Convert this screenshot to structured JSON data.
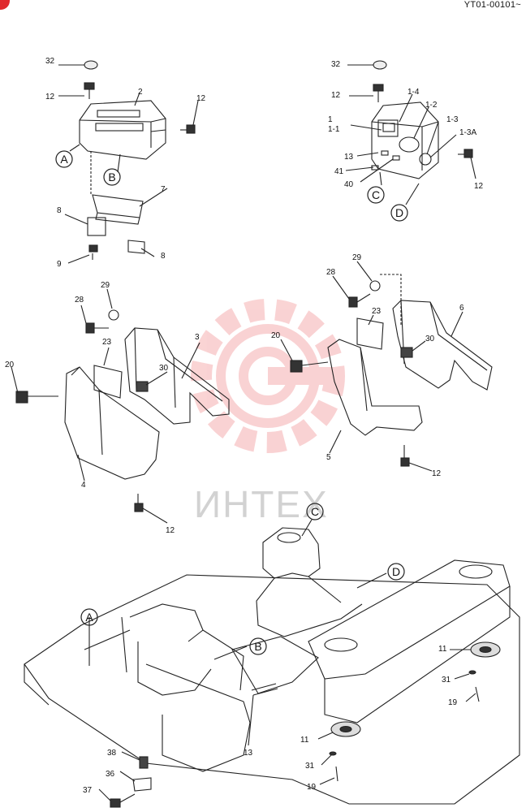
{
  "header": {
    "code": "YT01-00101~"
  },
  "watermark": {
    "text": "ИНТЕХ",
    "color": "#e8393c"
  },
  "callouts": {
    "top_left": [
      "32",
      "12",
      "2",
      "12",
      "7",
      "8",
      "9",
      "8"
    ],
    "top_right": [
      "32",
      "12",
      "1-4",
      "1-2",
      "1",
      "1-1",
      "1-3",
      "1-3A",
      "13",
      "41",
      "40",
      "12"
    ],
    "mid_left": [
      "28",
      "29",
      "23",
      "3",
      "20",
      "30",
      "4",
      "12"
    ],
    "mid_right": [
      "28",
      "29",
      "23",
      "6",
      "20",
      "30",
      "5",
      "12"
    ],
    "bottom": [
      "11",
      "31",
      "19",
      "11",
      "31",
      "19",
      "13",
      "38",
      "36",
      "37"
    ]
  },
  "ref_letters": {
    "a": "A",
    "b": "B",
    "c": "C",
    "d": "D"
  }
}
